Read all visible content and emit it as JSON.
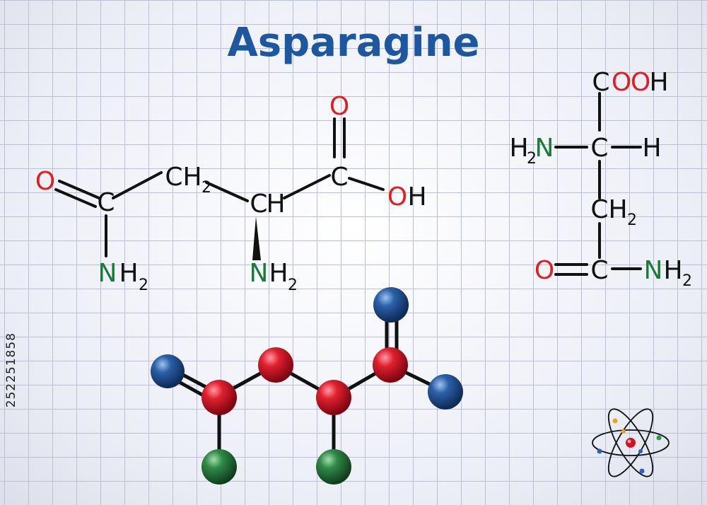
{
  "title": "Asparagine",
  "stock_id": "252251858",
  "skeletal": {
    "ketone_O": "O",
    "amide_C": "C",
    "amide_N": "N",
    "amide_N_H": "H",
    "amide_N_sub": "2",
    "ch2_C": "C",
    "ch2_H": "H",
    "ch2_sub": "2",
    "ch_C": "C",
    "ch_H": "H",
    "alpha_N": "N",
    "alpha_N_H": "H",
    "alpha_N_sub": "2",
    "acid_C": "C",
    "acid_O_top": "O",
    "acid_O": "O",
    "acid_H": "H"
  },
  "fischer": {
    "cooh_C": "C",
    "cooh_O1": "O",
    "cooh_O2": "O",
    "cooh_H": "H",
    "h2n_H": "H",
    "h2n_sub": "2",
    "h2n_N": "N",
    "center_C": "C",
    "right_H": "H",
    "ch2_C": "C",
    "ch2_H": "H",
    "ch2_sub": "2",
    "amide_O": "O",
    "amide_C": "C",
    "amide_N": "N",
    "amide_H": "H",
    "amide_sub": "2"
  },
  "colors": {
    "title": "#1d57a0",
    "carbon": "#111111",
    "oxygen": "#e01e25",
    "nitrogen": "#1a7a3a",
    "ball_carbon": "#d01226",
    "ball_oxygen": "#1f4f8f",
    "ball_nitrogen": "#2a7a3e"
  },
  "icons": {
    "atom": "atom-icon"
  }
}
